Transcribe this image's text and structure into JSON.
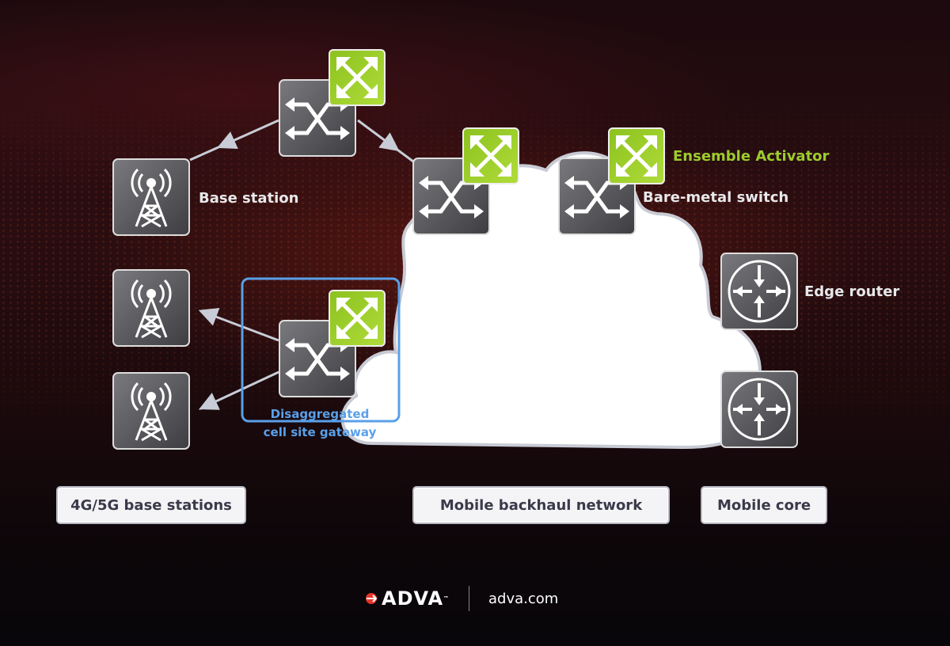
{
  "labels": {
    "base_station": "Base station",
    "ensemble_activator": "Ensemble Activator",
    "bare_metal_switch": "Bare-metal switch",
    "edge_router": "Edge router",
    "gateway_line1": "Disaggregated",
    "gateway_line2": "cell site gateway"
  },
  "sections": [
    "4G/5G base stations",
    "Mobile backhaul network",
    "Mobile core"
  ],
  "footer": {
    "logo": "ADVA",
    "trademark": "™",
    "website": "adva.com"
  },
  "colors": {
    "green": "#9ccc2e",
    "blue": "#5aa0e8",
    "node_gray": "#5e5e62"
  }
}
